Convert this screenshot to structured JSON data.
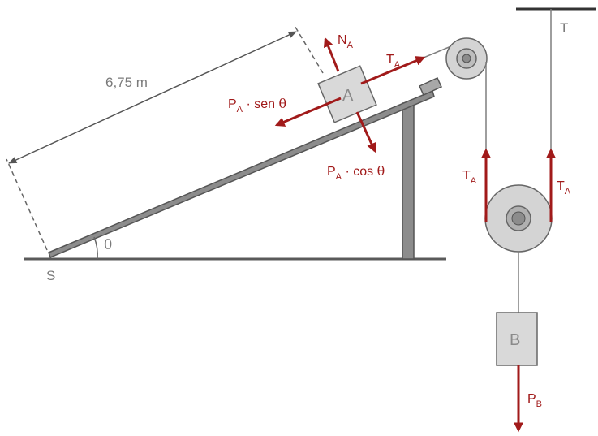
{
  "labels": {
    "length": "6,75 m",
    "theta": "θ",
    "point_s": "S",
    "point_t": "T",
    "block_a": "A",
    "block_b": "B"
  },
  "forces": {
    "normal_main": "N",
    "normal_sub": "A",
    "tension_main": "T",
    "tension_sub": "A",
    "parallel_main": "P",
    "parallel_sub": "A",
    "parallel_rest": " · sen ",
    "parallel_theta": "θ",
    "perp_main": "P",
    "perp_sub": "A",
    "perp_rest": " · cos ",
    "perp_theta": "θ",
    "left_t_main": "T",
    "left_t_sub": "A",
    "right_t_main": "T",
    "right_t_sub": "A",
    "weight_b_main": "P",
    "weight_b_sub": "B"
  },
  "colors": {
    "structure": "#7f7f7f",
    "force": "#a11a1a",
    "box_fill": "#d9d9d9"
  }
}
